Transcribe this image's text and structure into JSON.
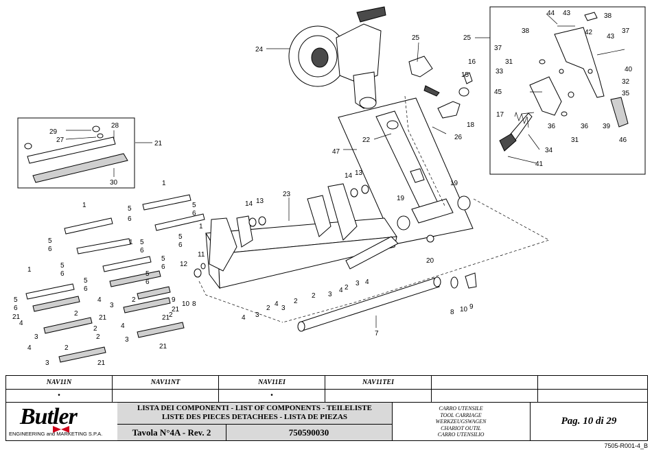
{
  "drawing": {
    "callouts": [
      "1",
      "2",
      "3",
      "4",
      "5",
      "6",
      "7",
      "8",
      "9",
      "10",
      "11",
      "12",
      "13",
      "14",
      "15",
      "16",
      "17",
      "18",
      "19",
      "20",
      "21",
      "22",
      "23",
      "24",
      "25",
      "26",
      "27",
      "28",
      "29",
      "30",
      "31",
      "32",
      "33",
      "34",
      "35",
      "36",
      "37",
      "38",
      "39",
      "40",
      "41",
      "42",
      "43",
      "44",
      "45",
      "46",
      "47"
    ]
  },
  "variants": {
    "headers": [
      "NAV11N",
      "NAV11NT",
      "NAV11EI",
      "NAV11TEI",
      "",
      ""
    ],
    "marks": [
      "•",
      "",
      "•",
      "",
      "",
      ""
    ]
  },
  "logo": {
    "brand": "Butler",
    "subtitle": "ENGINEERING and MARKETING S.P.A."
  },
  "title": {
    "line1": "LISTA DEI COMPONENTI - LIST OF COMPONENTS - TEILELISTE",
    "line2": "LISTE DES PIECES DETACHEES - LISTA DE PIEZAS",
    "table": "Tavola N°4A - Rev. 2",
    "code": "750590030"
  },
  "description": [
    "CARRO UTENSILE",
    "TOOL CARRIAGE",
    "WERKZEUGSWAGEN",
    "CHARIOT OUTIL",
    "CARRO UTENSILIO"
  ],
  "page": "Pag. 10 di 29",
  "docref": "7505-R001-4_B"
}
